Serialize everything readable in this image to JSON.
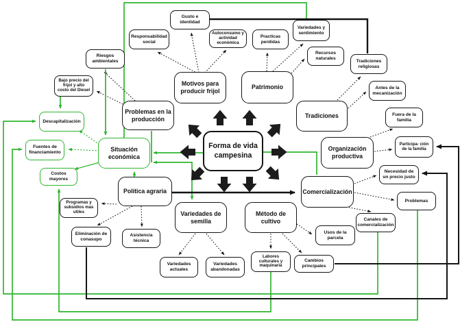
{
  "diagram": {
    "type": "concept-map",
    "language": "es",
    "center": {
      "label": "Forma de vida campesina"
    },
    "colors": {
      "accent_green": "#2fb52f",
      "line_black": "#1c1c1c",
      "node_background": "#ffffff",
      "text": "#101010"
    },
    "nodes": [
      {
        "id": "gusto-identidad",
        "label": "Gusto e identidad"
      },
      {
        "id": "responsabilidad-social",
        "label": "Responsabilidad social"
      },
      {
        "id": "autoconsumo-actividad-economica",
        "label": "Autoconsumo y actividad económica"
      },
      {
        "id": "practicas-perdidas",
        "label": "Practicas perdidas"
      },
      {
        "id": "variedades-y-sentimiento",
        "label": "Variedades y sentimiento"
      },
      {
        "id": "riesgos-ambientales",
        "label": "Riesgos ambientales"
      },
      {
        "id": "recursos-naturales",
        "label": "Recursos naturales"
      },
      {
        "id": "tradiciones-religiosas",
        "label": "Tradiciones religiosas"
      },
      {
        "id": "bajo-precio-frijol",
        "label": "Bajo precio del frijol y alto costo del Diesel"
      },
      {
        "id": "motivos-producir-frijol",
        "label": "Motivos para producir frijol"
      },
      {
        "id": "antes-mecanizacion",
        "label": "Antes de la mecanización"
      },
      {
        "id": "problemas-produccion",
        "label": "Problemas en la producción"
      },
      {
        "id": "tradiciones",
        "label": "Tradiciones"
      },
      {
        "id": "fuera-familia",
        "label": "Fuera de la familia"
      },
      {
        "id": "descapitalizacion",
        "label": "Descapitalización",
        "accent": true
      },
      {
        "id": "organizacion-productiva",
        "label": "Organización productiva"
      },
      {
        "id": "participacion-familia",
        "label": "Participa- ción de la familia"
      },
      {
        "id": "fuentes-financiamiento",
        "label": "Fuentes de financiamiento",
        "accent": true
      },
      {
        "id": "situacion-economica",
        "label": "Situación económica",
        "accent": true
      },
      {
        "id": "costos-mayores",
        "label": "Costos mayores",
        "accent": true
      },
      {
        "id": "necesidad-precio-justo",
        "label": "Necesidad de un precio justo"
      },
      {
        "id": "politica-agraria",
        "label": "Política agraria"
      },
      {
        "id": "comercializacion",
        "label": "Comercialización"
      },
      {
        "id": "problemas",
        "label": "Problemas"
      },
      {
        "id": "programas-subsidios",
        "label": "Programas y subsidios mas utiles"
      },
      {
        "id": "patrimonio",
        "label": "Patrimonio"
      },
      {
        "id": "variedades-semilla",
        "label": "Variedades de semilla"
      },
      {
        "id": "metodo-cultivo",
        "label": "Método de cultivo"
      },
      {
        "id": "canales-comercializacion",
        "label": "Canales de comercialización"
      },
      {
        "id": "usos-parcela",
        "label": "Usos de la parcela"
      },
      {
        "id": "eliminacion-conasupo",
        "label": "Eliminación de conasupo"
      },
      {
        "id": "asistencia-tecnica",
        "label": "Asistencia técnica"
      },
      {
        "id": "cambios-principales",
        "label": "Cambios principales"
      },
      {
        "id": "variedades-actuales",
        "label": "Variedades actuales"
      },
      {
        "id": "variedades-abandonadas",
        "label": "Variedades abandonadas"
      },
      {
        "id": "labores-culturales",
        "label": "Labores culturales y maquinaria"
      }
    ],
    "edges": [
      {
        "from": "motivos-producir-frijol",
        "to": "responsabilidad-social",
        "style": "dotted-black"
      },
      {
        "from": "motivos-producir-frijol",
        "to": "gusto-identidad",
        "style": "dotted-black"
      },
      {
        "from": "motivos-producir-frijol",
        "to": "autoconsumo-actividad-economica",
        "style": "dotted-black"
      },
      {
        "from": "problemas-produccion",
        "to": "riesgos-ambientales",
        "style": "dotted-black"
      },
      {
        "from": "problemas-produccion",
        "to": "bajo-precio-frijol",
        "style": "dotted-black"
      },
      {
        "from": "patrimonio",
        "to": "practicas-perdidas",
        "style": "dotted-black"
      },
      {
        "from": "patrimonio",
        "to": "variedades-y-sentimiento",
        "style": "dotted-black"
      },
      {
        "from": "patrimonio",
        "to": "recursos-naturales",
        "style": "dotted-black"
      },
      {
        "from": "tradiciones",
        "to": "tradiciones-religiosas",
        "style": "dotted-black"
      },
      {
        "from": "tradiciones",
        "to": "antes-mecanizacion",
        "style": "dotted-black"
      },
      {
        "from": "organizacion-productiva",
        "to": "fuera-familia",
        "style": "dotted-black"
      },
      {
        "from": "organizacion-productiva",
        "to": "participacion-familia",
        "style": "dotted-black"
      },
      {
        "from": "comercializacion",
        "to": "necesidad-precio-justo",
        "style": "dotted-black"
      },
      {
        "from": "comercializacion",
        "to": "problemas",
        "style": "dotted-black"
      },
      {
        "from": "comercializacion",
        "to": "canales-comercializacion",
        "style": "dotted-black"
      },
      {
        "from": "metodo-cultivo",
        "to": "labores-culturales",
        "style": "dotted-black"
      },
      {
        "from": "metodo-cultivo",
        "to": "usos-parcela",
        "style": "dotted-black"
      },
      {
        "from": "metodo-cultivo",
        "to": "cambios-principales",
        "style": "dotted-black"
      },
      {
        "from": "variedades-semilla",
        "to": "variedades-actuales",
        "style": "dotted-black"
      },
      {
        "from": "variedades-semilla",
        "to": "variedades-abandonadas",
        "style": "dotted-black"
      },
      {
        "from": "politica-agraria",
        "to": "eliminacion-conasupo",
        "style": "dotted-black"
      },
      {
        "from": "politica-agraria",
        "to": "asistencia-tecnica",
        "style": "dotted-black"
      },
      {
        "from": "politica-agraria",
        "to": "programas-subsidios",
        "style": "dotted-black"
      },
      {
        "from": "situacion-economica",
        "to": "descapitalizacion",
        "style": "dashed-green"
      },
      {
        "from": "situacion-economica",
        "to": "fuentes-financiamiento",
        "style": "dashed-green"
      },
      {
        "from": "situacion-economica",
        "to": "costos-mayores",
        "style": "solid-green"
      },
      {
        "from": "riesgos-ambientales",
        "to": "situacion-economica",
        "style": "solid-green"
      },
      {
        "from": "politica-agraria",
        "to": "situacion-economica",
        "style": "solid-green"
      },
      {
        "from": "forma-de-vida-campesina",
        "to": "situacion-economica",
        "style": "solid-green"
      },
      {
        "from": "forma-de-vida-campesina",
        "to": "comercializacion",
        "style": "solid-green"
      },
      {
        "from": "problemas-produccion",
        "to": "situacion-economica",
        "style": "solid-green"
      },
      {
        "from": "problemas-produccion",
        "to": "variedades-semilla",
        "style": "solid-green"
      },
      {
        "from": "bajo-precio-frijol",
        "to": "descapitalizacion",
        "style": "solid-green"
      },
      {
        "from": "situacion-economica",
        "to": "variedades-y-sentimiento",
        "style": "solid-green"
      },
      {
        "from": "labores-culturales",
        "to": "costos-mayores",
        "style": "solid-green"
      },
      {
        "from": "canales-comercializacion",
        "to": "descapitalizacion",
        "style": "solid-green"
      },
      {
        "from": "problemas",
        "to": "fuentes-financiamiento",
        "style": "solid-green"
      },
      {
        "from": "politica-agraria",
        "to": "comercializacion",
        "style": "solid-black"
      },
      {
        "from": "gusto-identidad",
        "to": "tradiciones-religiosas",
        "style": "solid-black"
      },
      {
        "from": "eliminacion-conasupo",
        "to": "necesidad-precio-justo",
        "style": "solid-black"
      },
      {
        "from": "cambios-principales",
        "to": "participacion-familia",
        "style": "solid-black"
      }
    ]
  }
}
